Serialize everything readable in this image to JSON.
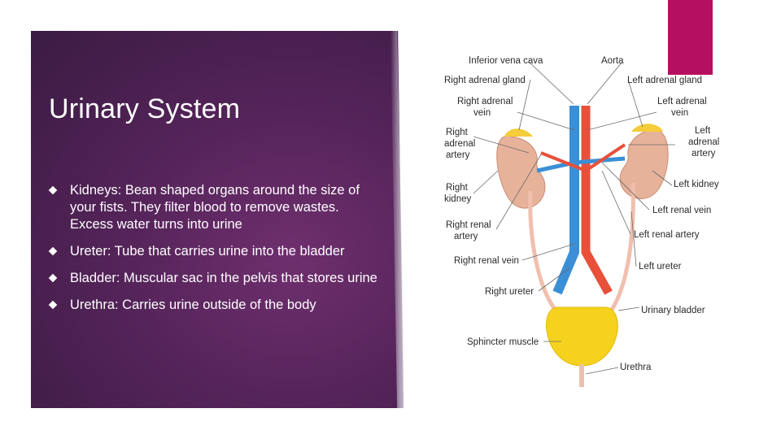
{
  "slide": {
    "title": "Urinary System",
    "bullets": [
      "Kidneys: Bean shaped organs around the size of your fists. They filter blood to remove wastes. Excess water turns into urine",
      "Ureter: Tube that carries urine into the bladder",
      "Bladder: Muscular sac in the pelvis that stores urine",
      "Urethra: Carries urine outside of the body"
    ]
  },
  "diagram": {
    "labels": {
      "inferior_vena_cava": "Inferior vena cava",
      "aorta": "Aorta",
      "right_adrenal_gland": "Right adrenal gland",
      "left_adrenal_gland": "Left adrenal gland",
      "right_adrenal_vein_1": "Right adrenal",
      "right_adrenal_vein_2": "vein",
      "left_adrenal_vein_1": "Left adrenal",
      "left_adrenal_vein_2": "vein",
      "right_adrenal_artery_1": "Right",
      "right_adrenal_artery_2": "adrenal",
      "right_adrenal_artery_3": "artery",
      "left_adrenal_artery_1": "Left",
      "left_adrenal_artery_2": "adrenal",
      "left_adrenal_artery_3": "artery",
      "right_kidney_1": "Right",
      "right_kidney_2": "kidney",
      "left_kidney": "Left kidney",
      "right_renal_artery_1": "Right renal",
      "right_renal_artery_2": "artery",
      "left_renal_vein": "Left renal vein",
      "left_renal_artery": "Left renal artery",
      "right_renal_vein": "Right renal vein",
      "left_ureter": "Left ureter",
      "right_ureter": "Right ureter",
      "urinary_bladder": "Urinary bladder",
      "sphincter_muscle": "Sphincter muscle",
      "urethra": "Urethra"
    }
  },
  "colors": {
    "panel": "#55245a",
    "accent": "#b5105f",
    "vein": "#3b8fd6",
    "artery": "#e8503a",
    "kidney": "#e7b29a",
    "bladder": "#f5d21e"
  }
}
